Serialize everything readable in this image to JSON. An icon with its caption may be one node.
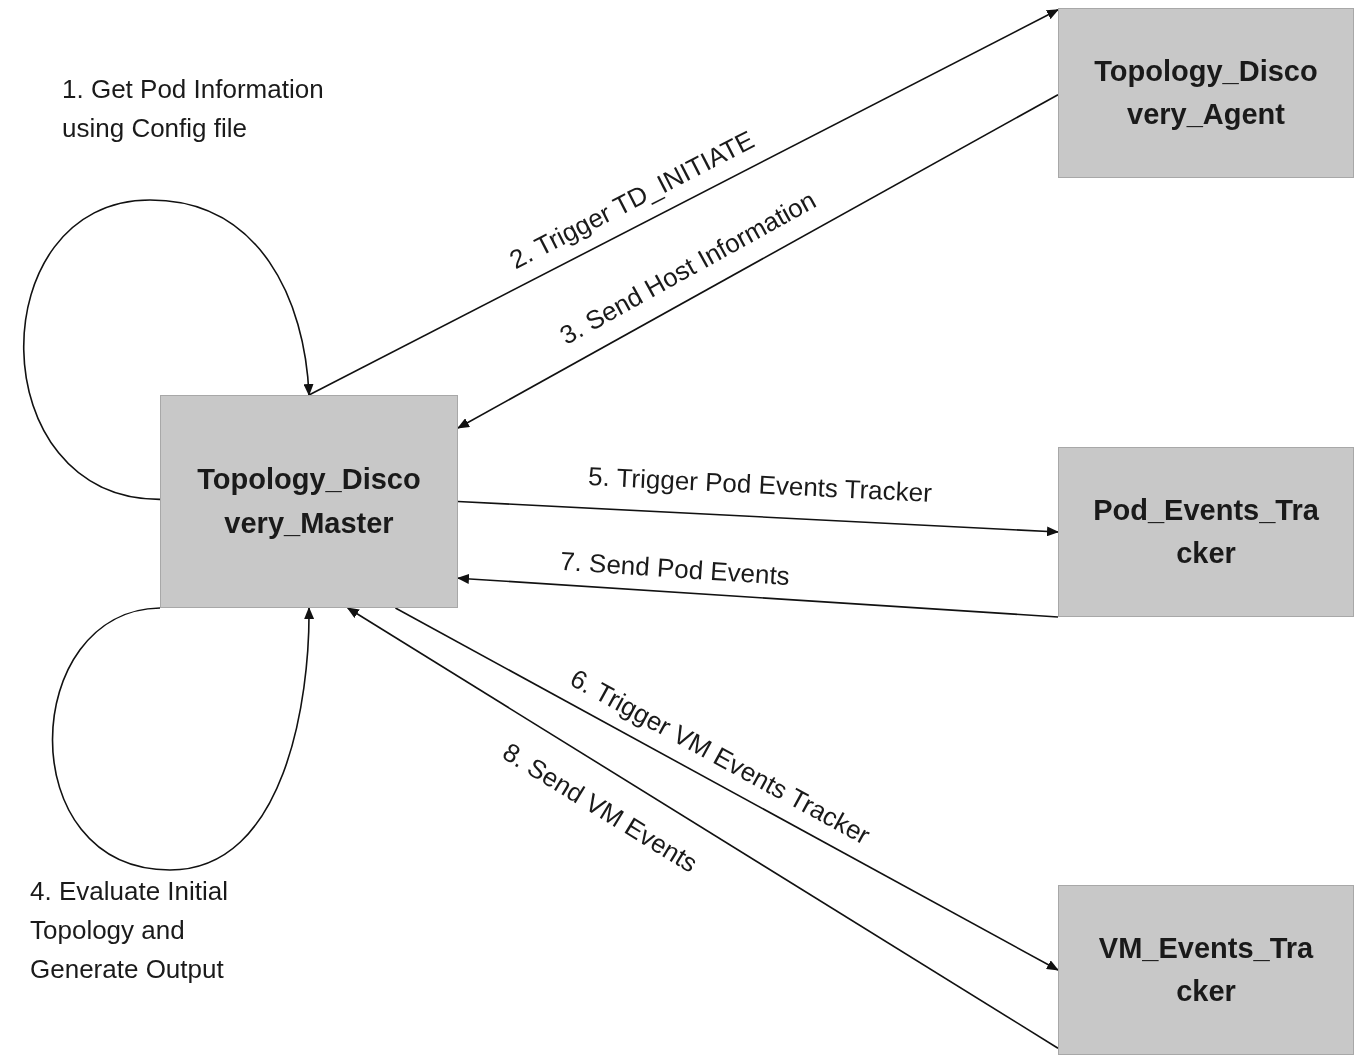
{
  "diagram": {
    "nodes": [
      {
        "text": [
          "Topology_Disco very_Master"
        ]
      },
      {
        "text": [
          "Topology_Disco very_Agent"
        ]
      },
      {
        "text": [
          "Pod_Events_Tra cker"
        ]
      },
      {
        "text": [
          "VM_Events_Tra cker"
        ]
      }
    ],
    "edges": [
      {
        "from": 0,
        "to": 0,
        "arrow": "to",
        "label": "1. Get Pod Information using Config file"
      },
      {
        "from": 0,
        "to": 1,
        "arrow": "to",
        "label": "2. Trigger TD_INITIATE"
      },
      {
        "from": 1,
        "to": 0,
        "arrow": "to",
        "label": "3. Send Host Information"
      },
      {
        "from": 0,
        "to": 0,
        "arrow": "to",
        "label": "4. Evaluate Initial Topology and Generate Output"
      },
      {
        "from": 0,
        "to": 2,
        "arrow": "to",
        "label": "5. Trigger Pod Events Tracker"
      },
      {
        "from": 0,
        "to": 3,
        "arrow": "to",
        "label": "6. Trigger VM Events Tracker"
      },
      {
        "from": 2,
        "to": 0,
        "arrow": "to",
        "label": "7. Send Pod Events"
      },
      {
        "from": 3,
        "to": 0,
        "arrow": "to",
        "label": "8. Send VM Events"
      }
    ]
  }
}
